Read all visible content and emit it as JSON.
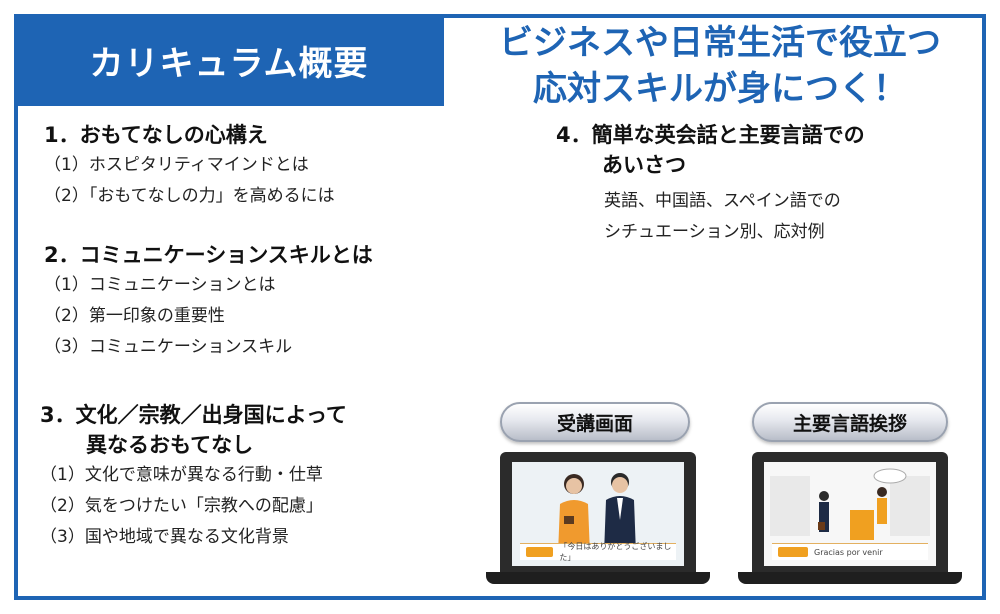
{
  "title": "カリキュラム概要",
  "tagline": [
    "ビジネスや日常生活で役立つ",
    "応対スキルが身につく！"
  ],
  "sections": {
    "s1": {
      "heading": "1．おもてなしの心構え",
      "items": [
        "（1）ホスピタリティマインドとは",
        "（2）「おもてなしの力」を高めるには"
      ]
    },
    "s2": {
      "heading": "2．コミュニケーションスキルとは",
      "items": [
        "（1）コミュニケーションとは",
        "（2）第一印象の重要性",
        "（3）コミュニケーションスキル"
      ]
    },
    "s3": {
      "heading_line1": "3．文化／宗教／出身国によって",
      "heading_line2": "異なるおもてなし",
      "items": [
        "（1）文化で意味が異なる行動・仕草",
        "（2）気をつけたい「宗教への配慮」",
        "（3）国や地域で異なる文化背景"
      ]
    },
    "s4": {
      "heading_line1": "4．簡単な英会話と主要言語での",
      "heading_line2": "あいさつ",
      "body_line1": "英語、中国語、スペイン語での",
      "body_line2": "シチュエーション別、応対例"
    }
  },
  "screens": {
    "left_label": "受講画面",
    "right_label": "主要言語挨拶",
    "left_caption": "「今日はありがとうございました」",
    "right_caption": "Gracias por venir"
  },
  "colors": {
    "brand_blue": "#1e64b4",
    "accent_orange": "#f0a020"
  }
}
